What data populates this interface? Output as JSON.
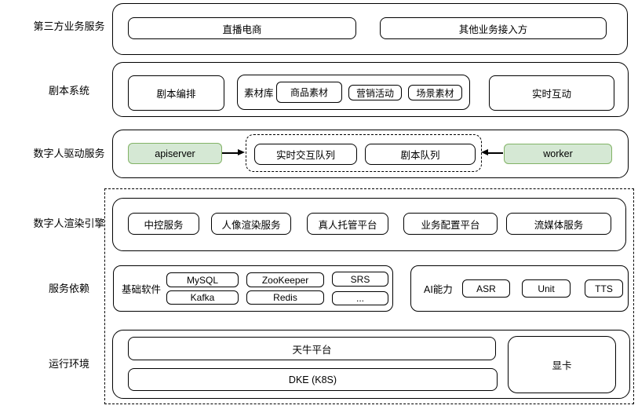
{
  "labels": {
    "row1": "第三方业务服务",
    "row2": "剧本系统",
    "row3": "数字人驱动服务",
    "row4": "数字人渲染引擎",
    "row5": "服务依赖",
    "row6": "运行环境"
  },
  "row1": {
    "live_ecommerce": "直播电商",
    "other_business": "其他业务接入方"
  },
  "row2": {
    "script_orchestration": "剧本编排",
    "material_library": "素材库",
    "product_material": "商品素材",
    "marketing_activity": "营销活动",
    "scene_material": "场景素材",
    "realtime_interaction": "实时互动"
  },
  "row3": {
    "apiserver": "apiserver",
    "realtime_queue": "实时交互队列",
    "script_queue": "剧本队列",
    "worker": "worker"
  },
  "row4": {
    "central_control": "中控服务",
    "portrait_render": "人像渲染服务",
    "human_hosting": "真人托管平台",
    "business_config": "业务配置平台",
    "streaming_media": "流媒体服务"
  },
  "row5": {
    "basic_software": "基础软件",
    "mysql": "MySQL",
    "zookeeper": "ZooKeeper",
    "srs": "SRS",
    "kafka": "Kafka",
    "redis": "Redis",
    "more": "...",
    "ai_capability": "AI能力",
    "asr": "ASR",
    "unit": "Unit",
    "tts": "TTS"
  },
  "row6": {
    "tianniu_platform": "天牛平台",
    "dke_k8s": "DKE (K8S)",
    "gpu": "显卡"
  },
  "colors": {
    "green_fill": "#d5e8d4",
    "green_border": "#82b366",
    "line": "#000000"
  }
}
